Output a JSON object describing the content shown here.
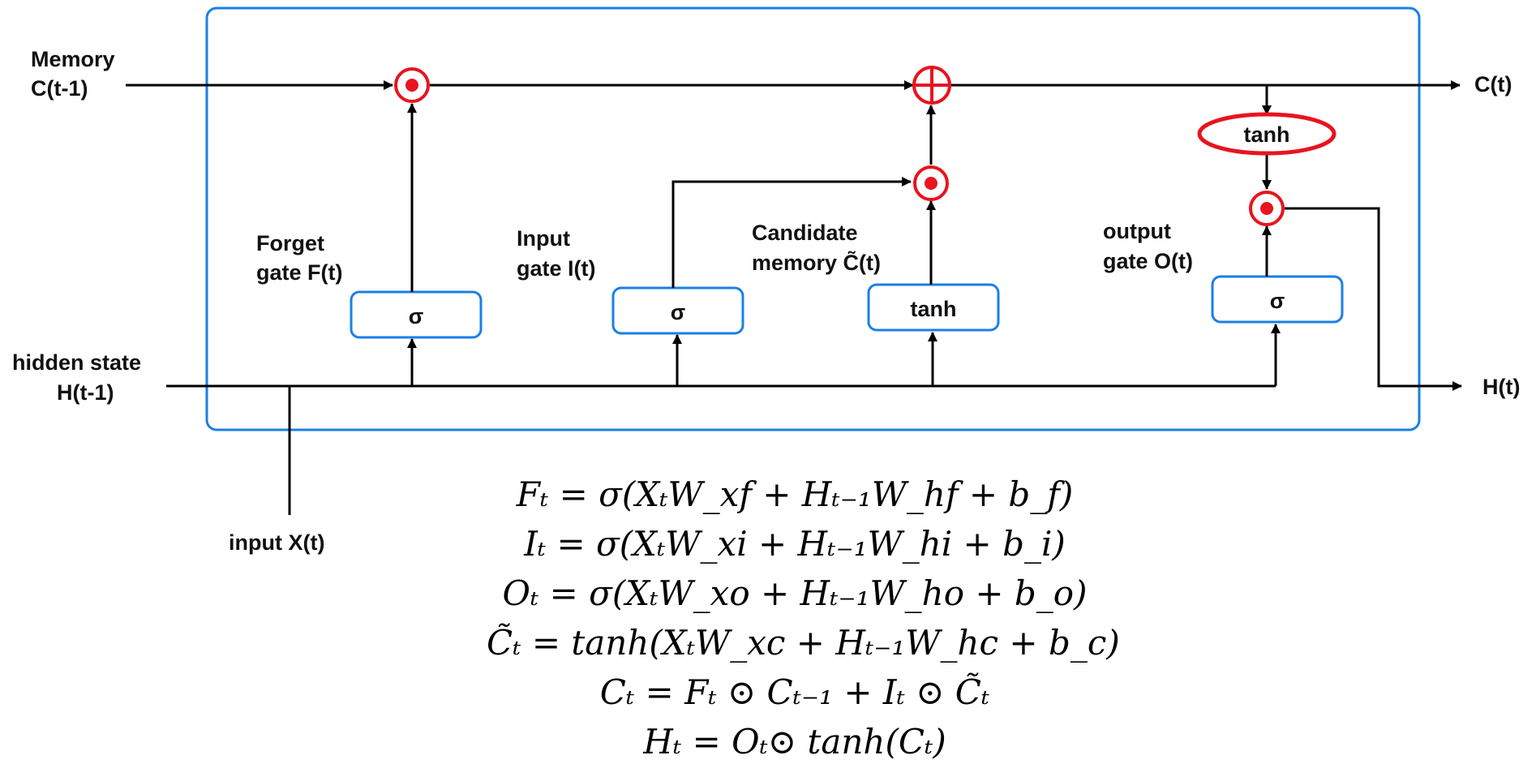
{
  "diagram": {
    "inputs": {
      "memory_line1": "Memory",
      "memory_line2": "C(t-1)",
      "hidden_line1": "hidden state",
      "hidden_line2": "H(t-1)",
      "input_x": "input X(t)"
    },
    "outputs": {
      "cell": "C(t)",
      "hidden": "H(t)"
    },
    "gates": {
      "forget_line1": "Forget",
      "forget_line2": "gate F(t)",
      "input_line1": "Input",
      "input_line2": "gate I(t)",
      "candidate_line1": "Candidate",
      "candidate_line2": "memory C̃(t)",
      "output_line1": "output",
      "output_line2": "gate O(t)"
    },
    "boxes": {
      "forget": "σ",
      "input": "σ",
      "candidate": "tanh",
      "output": "σ",
      "cell_activation": "tanh"
    },
    "colors": {
      "frame": "#1a7fe6",
      "operator": "#e8141e",
      "line": "#000000"
    }
  },
  "equations": [
    "Fₜ = σ(XₜW_xf + Hₜ₋₁W_hf + b_f)",
    "Iₜ = σ(XₜW_xi + Hₜ₋₁W_hi + b_i)",
    "Oₜ = σ(XₜW_xo + Hₜ₋₁W_ho + b_o)",
    "C̃ₜ = tanh(XₜW_xc + Hₜ₋₁W_hc + b_c)",
    "Cₜ = Fₜ ⊙ Cₜ₋₁ + Iₜ ⊙ C̃ₜ",
    "Hₜ =  Oₜ⊙ tanh(Cₜ)"
  ]
}
